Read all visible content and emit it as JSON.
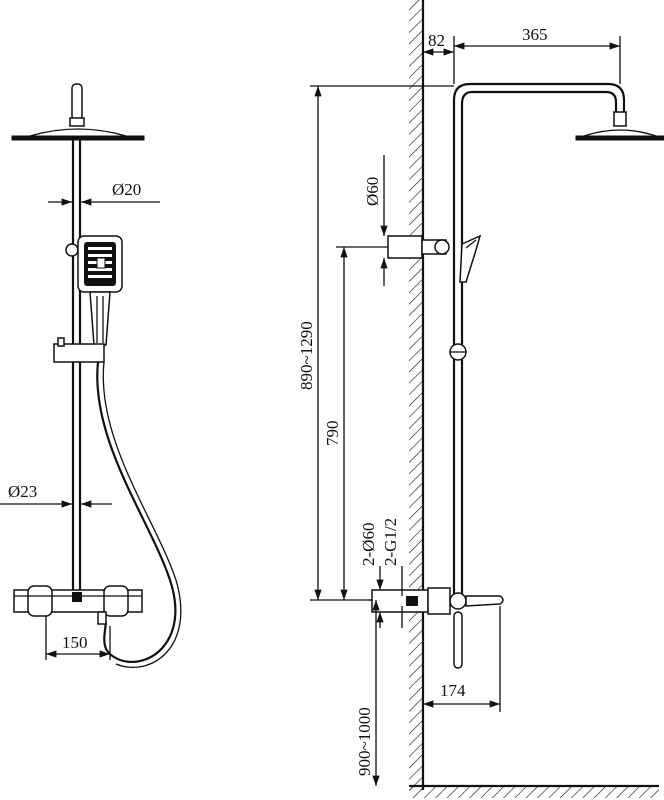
{
  "dimensions": {
    "rail_diameter": "Ø20",
    "mixer_pipe_diameter": "Ø23",
    "mixer_depth": "150",
    "wall_offset": "82",
    "arm_reach": "365",
    "top_flange_diameter": "Ø60",
    "total_height_range": "890~1290",
    "rail_height": "790",
    "flange_count_diameter": "2-Ø60",
    "inlet_thread": "2-G1/2",
    "spout_projection": "174",
    "mixer_height_range": "900~1000"
  }
}
